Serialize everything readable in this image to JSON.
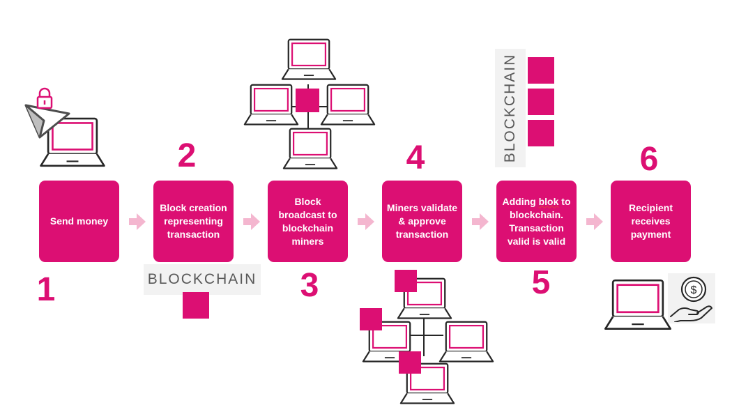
{
  "steps": [
    {
      "label": "Send money",
      "number": "1"
    },
    {
      "label": "Block creation representing transaction",
      "number": "2"
    },
    {
      "label": "Block broadcast to blockchain miners",
      "number": "3"
    },
    {
      "label": "Miners validate & approve transaction",
      "number": "4"
    },
    {
      "label_pre": "Adding ",
      "label_err": "blok",
      "label_post": " to blockchain. Transaction valid is valid",
      "number": "5"
    },
    {
      "label": "Recipient receives payment",
      "number": "6"
    }
  ],
  "logo_text": "BLOCKCHAIN",
  "colors": {
    "accent": "#dc0f73",
    "arrow": "#f4b6cf",
    "dark": "#262626",
    "logo_bg": "#f2f2f2"
  },
  "icons": [
    "laptop-icon",
    "lock-icon",
    "send-arrow-icon",
    "blockchain-logo",
    "network-icon",
    "dollar-coin-icon",
    "hand-icon"
  ]
}
